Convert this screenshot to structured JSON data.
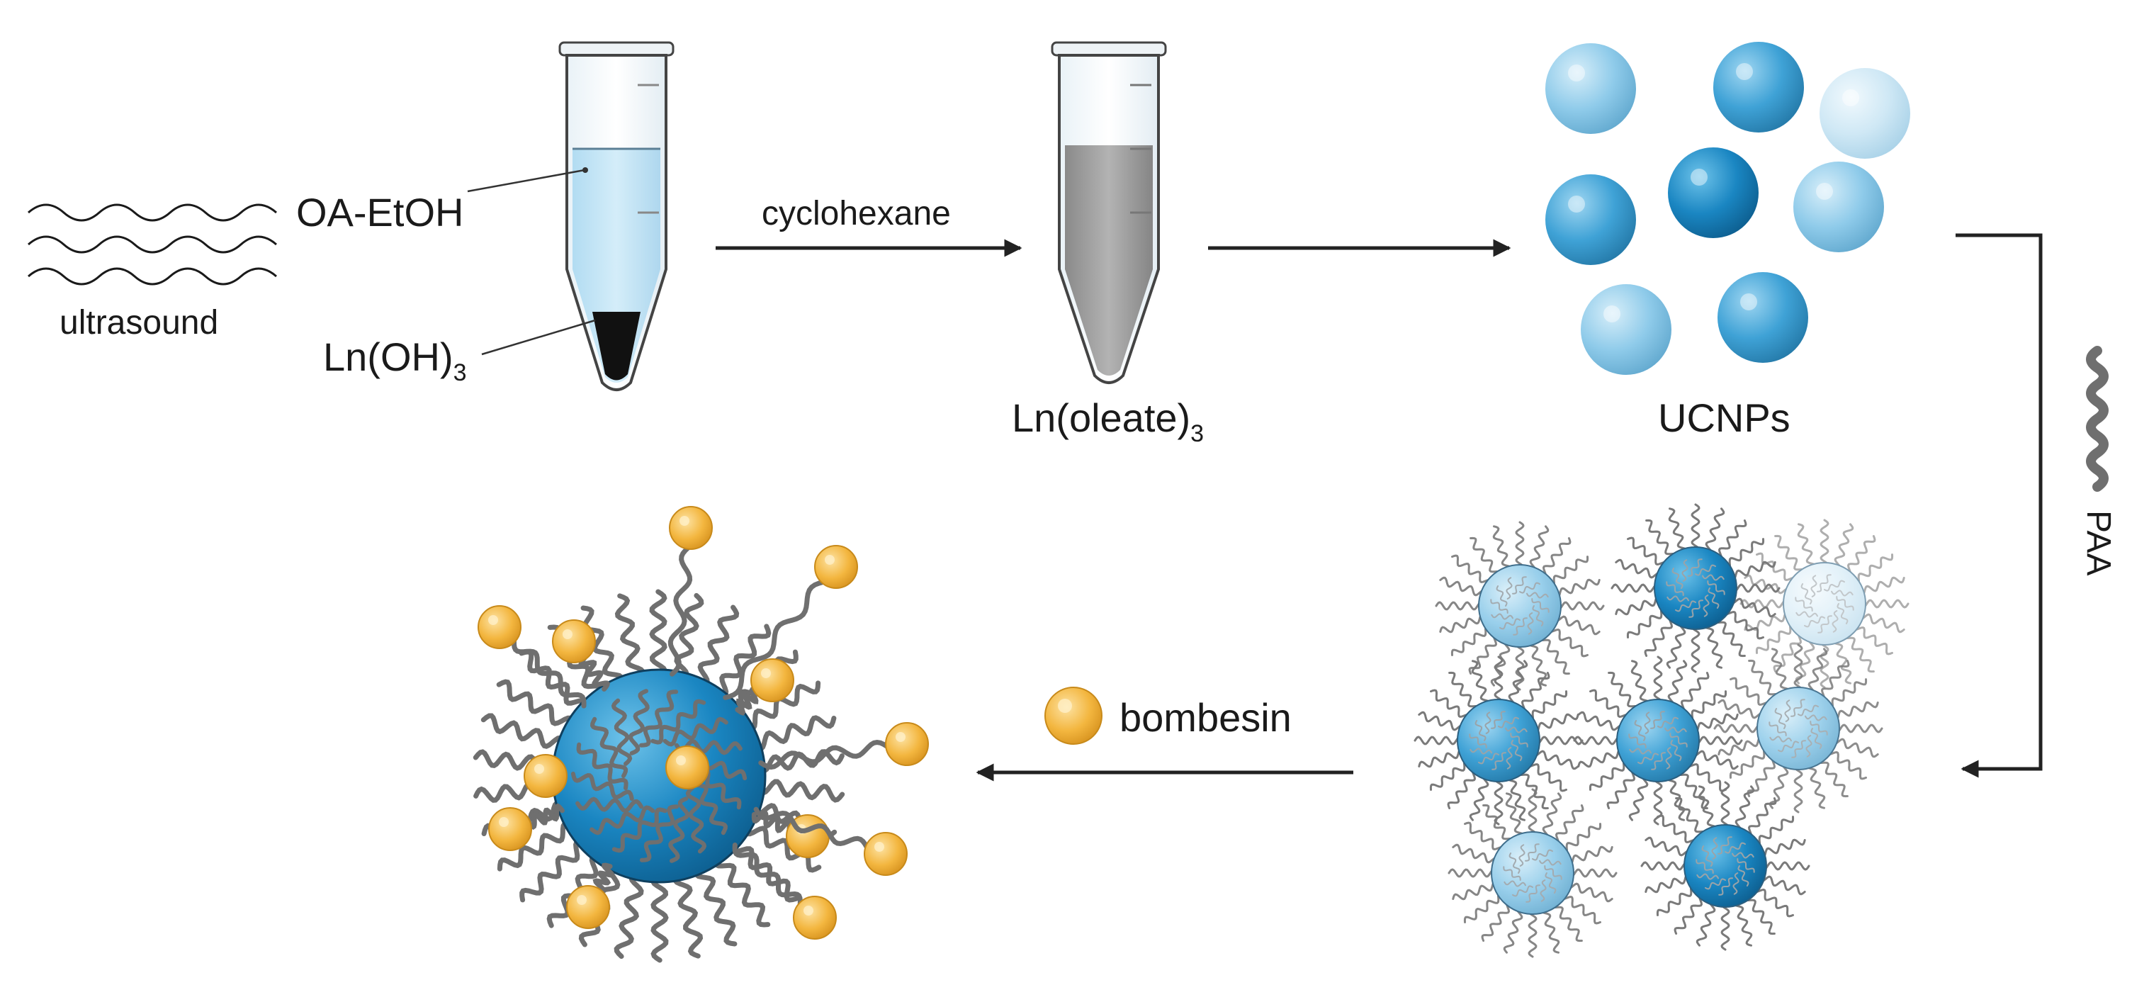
{
  "labels": {
    "oa_etoh": "OA-EtOH",
    "ultrasound": "ultrasound",
    "ln_oh3_main": "Ln(OH)",
    "ln_oh3_sub": "3",
    "cyclohexane": "cyclohexane",
    "ln_oleate3_main": "Ln(oleate)",
    "ln_oleate3_sub": "3",
    "ucnps": "UCNPs",
    "paa": "PAA",
    "bombesin": "bombesin"
  },
  "colors": {
    "arrow": "#222222",
    "tube_liquid_blue": "#c9e6f7",
    "tube_liquid_gray": "#9a9a9a",
    "pellet": "#111111",
    "np_dark": "#1a7fb8",
    "np_mid": "#3fa2d6",
    "np_light": "#8fcbea",
    "np_pale": "#cfe8f5",
    "bombesin": "#f3b63f",
    "polymer": "#7a7a7a"
  }
}
